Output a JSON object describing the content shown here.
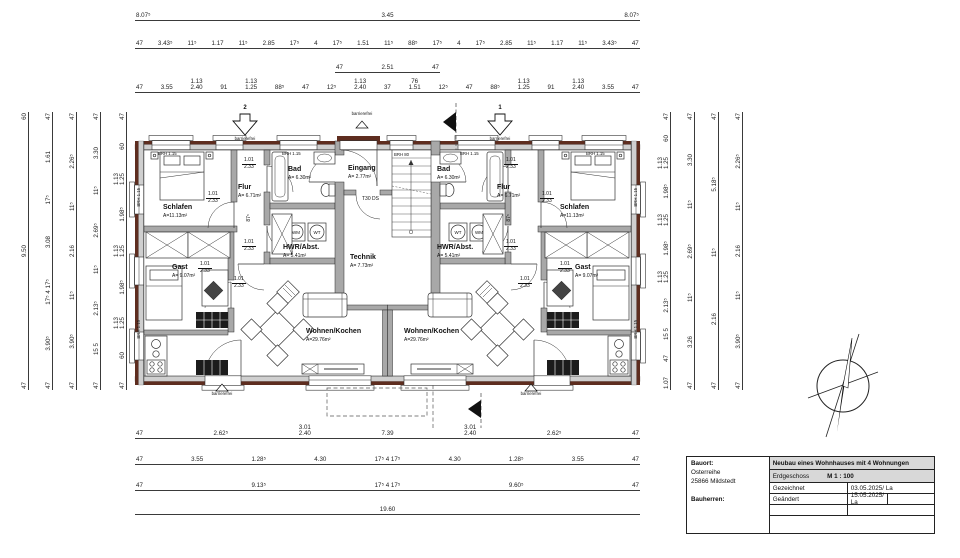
{
  "title_block": {
    "bauort_label": "Bauort:",
    "bauort_line1": "Osterreihe",
    "bauort_line2": "25866  Mildstedt",
    "bauherren_label": "Bauherren:",
    "project_title": "Neubau eines Wohnhauses mit 4 Wohnungen",
    "floor": "Erdgeschoss",
    "scale": "M 1 : 100",
    "drawn_label": "Gezeichnet",
    "drawn_value": "03.05.2025/ La",
    "changed_label": "Geändert",
    "changed_value": "15.05.2025/ La"
  },
  "rooms": {
    "left": {
      "schlafen": {
        "name": "Schlafen",
        "area": "A=11.13m²"
      },
      "flur": {
        "name": "Flur",
        "area": "A= 6.71m²"
      },
      "bad": {
        "name": "Bad",
        "area": "A= 6.30m²"
      },
      "hwr": {
        "name": "HWR/Abst.",
        "area": "A= 5.41m²"
      },
      "gast": {
        "name": "Gast",
        "area": "A= 9.07m²"
      },
      "wohnen": {
        "name": "Wohnen/Kochen",
        "area": "A=29.76m²"
      }
    },
    "right": {
      "schlafen": {
        "name": "Schlafen",
        "area": "A=11.13m²"
      },
      "flur": {
        "name": "Flur",
        "area": "A= 6.71m²"
      },
      "bad": {
        "name": "Bad",
        "area": "A= 6.30m²"
      },
      "hwr": {
        "name": "HWR/Abst.",
        "area": "A= 5.41m²"
      },
      "gast": {
        "name": "Gast",
        "area": "A= 9.07m²"
      },
      "wohnen": {
        "name": "Wohnen/Kochen",
        "area": "A=29.76m²"
      }
    },
    "center": {
      "eingang": {
        "name": "Eingang",
        "area": "A= 2.77m²"
      },
      "technik": {
        "name": "Technik",
        "area": "A= 7.73m²"
      },
      "fire_door": "T30 DS"
    }
  },
  "labels": {
    "barrierefrei": "barrierefrei",
    "brh": "BRH 1.15",
    "brh_stair": "BRH 80",
    "door_w": "1.01",
    "door_h": "2.33",
    "corridor": "87⁵",
    "wm": "WM",
    "wt": "WT",
    "entrance_left_no": "2",
    "entrance_right_no": "1"
  },
  "dimensions": {
    "top1": [
      "8.07⁵",
      "3.45",
      "8.07⁵"
    ],
    "top2": [
      "47",
      "3.43⁵",
      "11⁵",
      "1.17",
      "11⁵",
      "2.85",
      "17⁵",
      "4",
      "17⁵",
      "1.51",
      "11⁵",
      "88⁵",
      "17⁵",
      "4",
      "17⁵",
      "2.85",
      "11⁵",
      "1.17",
      "11⁵",
      "3.43⁵",
      "47"
    ],
    "top3": [
      "47",
      "2.51",
      "47"
    ],
    "top4": [
      "47",
      "3.55",
      "1.13\n2.40",
      "91",
      "1.13\n1.25",
      "88⁵",
      "47",
      "12⁵",
      "1.13\n2.40",
      "37",
      "76\n1.51",
      "12⁵",
      "47",
      "88⁵",
      "1.13\n1.25",
      "91",
      "1.13\n2.40",
      "3.55",
      "47"
    ],
    "bottom1": [
      "47",
      "2.62⁵",
      "3.01\n2.40",
      "7.39",
      "3.01\n2.40",
      "2.62⁵",
      "47"
    ],
    "bottom2": [
      "47",
      "3.55",
      "1.28⁵",
      "4.30",
      "17⁵ 4 17⁵",
      "4.30",
      "1.28⁵",
      "3.55",
      "47"
    ],
    "bottom3": [
      "47",
      "9.13⁵",
      "17⁵ 4 17⁵",
      "9.60⁵",
      "47"
    ],
    "bottom4": [
      "19.60"
    ],
    "left1": [
      "60",
      "9.50",
      "47"
    ],
    "left2": [
      "47",
      "1.61",
      "17⁵",
      "3.08",
      "17⁵ 4 17⁵",
      "3.90⁵",
      "47"
    ],
    "left3": [
      "47",
      "2.26⁵",
      "11⁵",
      "2.16",
      "11⁵",
      "3.90⁵",
      "47"
    ],
    "left4": [
      "47",
      "3.30",
      "11⁵",
      "2.69⁵",
      "11⁵",
      "2.13⁵",
      "15 5",
      "47"
    ],
    "left5": [
      "47",
      "60",
      "1.13\n1.25",
      "1.98⁵",
      "1.13\n1.25",
      "1.98⁵",
      "1.13\n1.25",
      "60",
      "47"
    ],
    "right1": [
      "47",
      "60",
      "1.13\n1.25",
      "1.98⁵",
      "1.13\n1.25",
      "1.98⁵",
      "1.13\n1.25",
      "2.13⁵",
      "15 5",
      "47",
      "1.07"
    ],
    "right2": [
      "47",
      "3.30",
      "11⁵",
      "2.69⁵",
      "11⁵",
      "3.26",
      "47"
    ],
    "right3": [
      "47",
      "5.18⁵",
      "11⁵",
      "2.16",
      "47"
    ],
    "right4": [
      "47",
      "2.26⁵",
      "11⁵",
      "2.16",
      "11⁵",
      "3.90⁵",
      "47"
    ]
  }
}
